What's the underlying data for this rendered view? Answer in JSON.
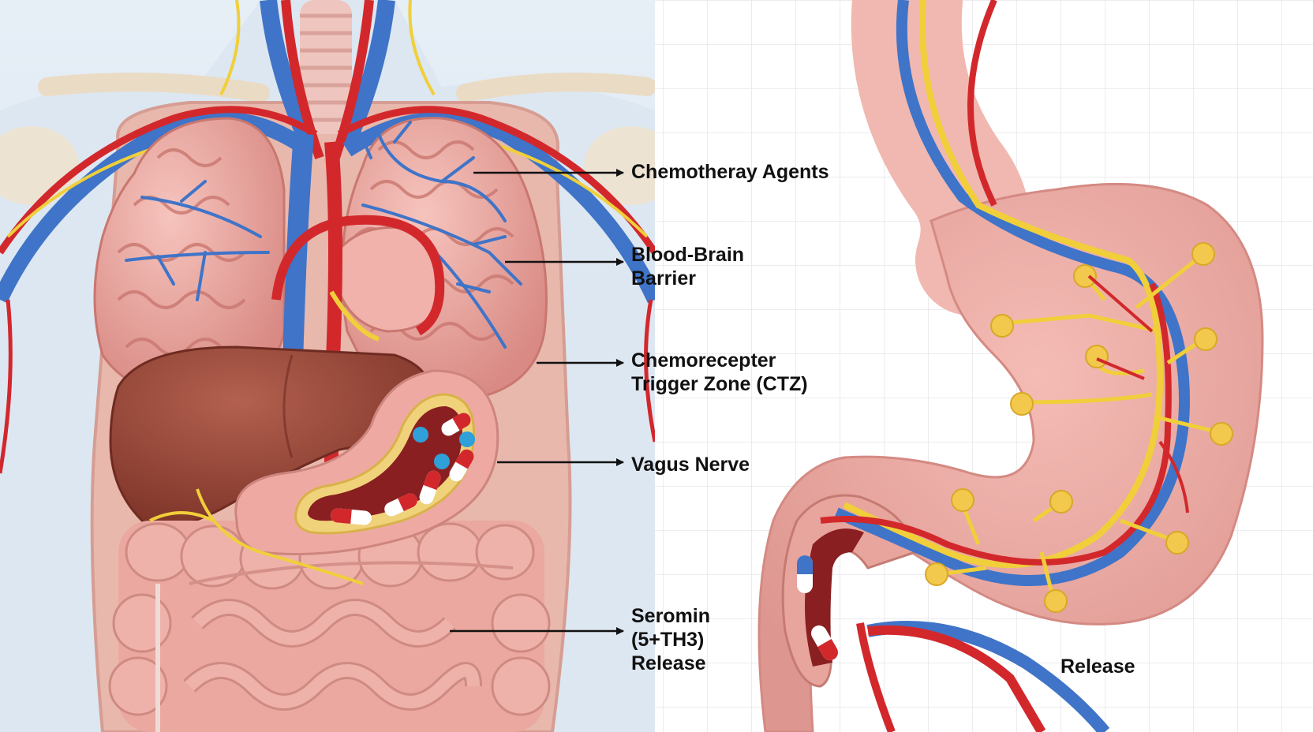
{
  "callouts": {
    "chemotherapy_agents": "Chemotheray Agents",
    "blood_brain_barrier": [
      "Blood-Brain",
      "Barrier"
    ],
    "ctz": [
      "Chemorecepter",
      "Trigger Zone (CTZ)"
    ],
    "vagus_nerve": "Vagus Nerve",
    "serotonin_release": [
      "Seromin",
      "(5+TH3)",
      "Release"
    ]
  },
  "stomach_panel": {
    "release_label": "Release"
  },
  "colors": {
    "vein_blue": "#3f74c8",
    "artery_red": "#d2282c",
    "nerve_yellow": "#f0cf3a",
    "tissue_pink": "#eda8a2",
    "liver_brown": "#9b4a3c",
    "skin_light": "#dfe8f1",
    "grid_line": "#e8e8ee"
  }
}
